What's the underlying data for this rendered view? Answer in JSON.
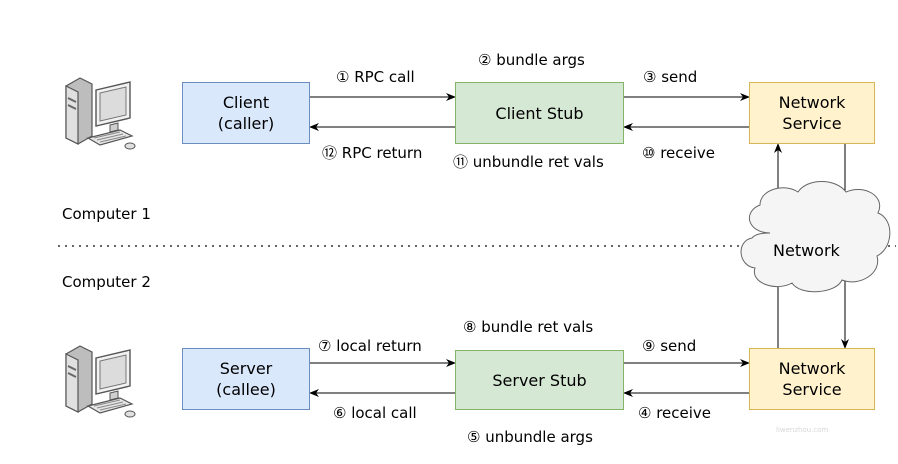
{
  "sections": {
    "computer1": "Computer 1",
    "computer2": "Computer 2"
  },
  "boxes": {
    "client": {
      "line1": "Client",
      "line2": "(caller)"
    },
    "client_stub": {
      "label": "Client Stub"
    },
    "network_service_top": {
      "line1": "Network",
      "line2": "Service"
    },
    "server": {
      "line1": "Server",
      "line2": "(callee)"
    },
    "server_stub": {
      "label": "Server Stub"
    },
    "network_service_bottom": {
      "line1": "Network",
      "line2": "Service"
    }
  },
  "cloud": {
    "label": "Network"
  },
  "steps": {
    "s1": "① RPC call",
    "s2": "② bundle args",
    "s3": "③ send",
    "s4": "④ receive",
    "s5": "⑤ unbundle args",
    "s6": "⑥ local call",
    "s7": "⑦ local return",
    "s8": "⑧ bundle ret vals",
    "s9": "⑨ send",
    "s10": "⑩ receive",
    "s11": "⑪ unbundle ret vals",
    "s12": "⑫ RPC return"
  },
  "watermark": "liwenzhou.com",
  "colors": {
    "client_fill": "#dae8fc",
    "stub_fill": "#d5e8d4",
    "network_fill": "#fff2cc",
    "cloud_fill": "#f5f5f5"
  },
  "icons": [
    "computer-icon"
  ]
}
